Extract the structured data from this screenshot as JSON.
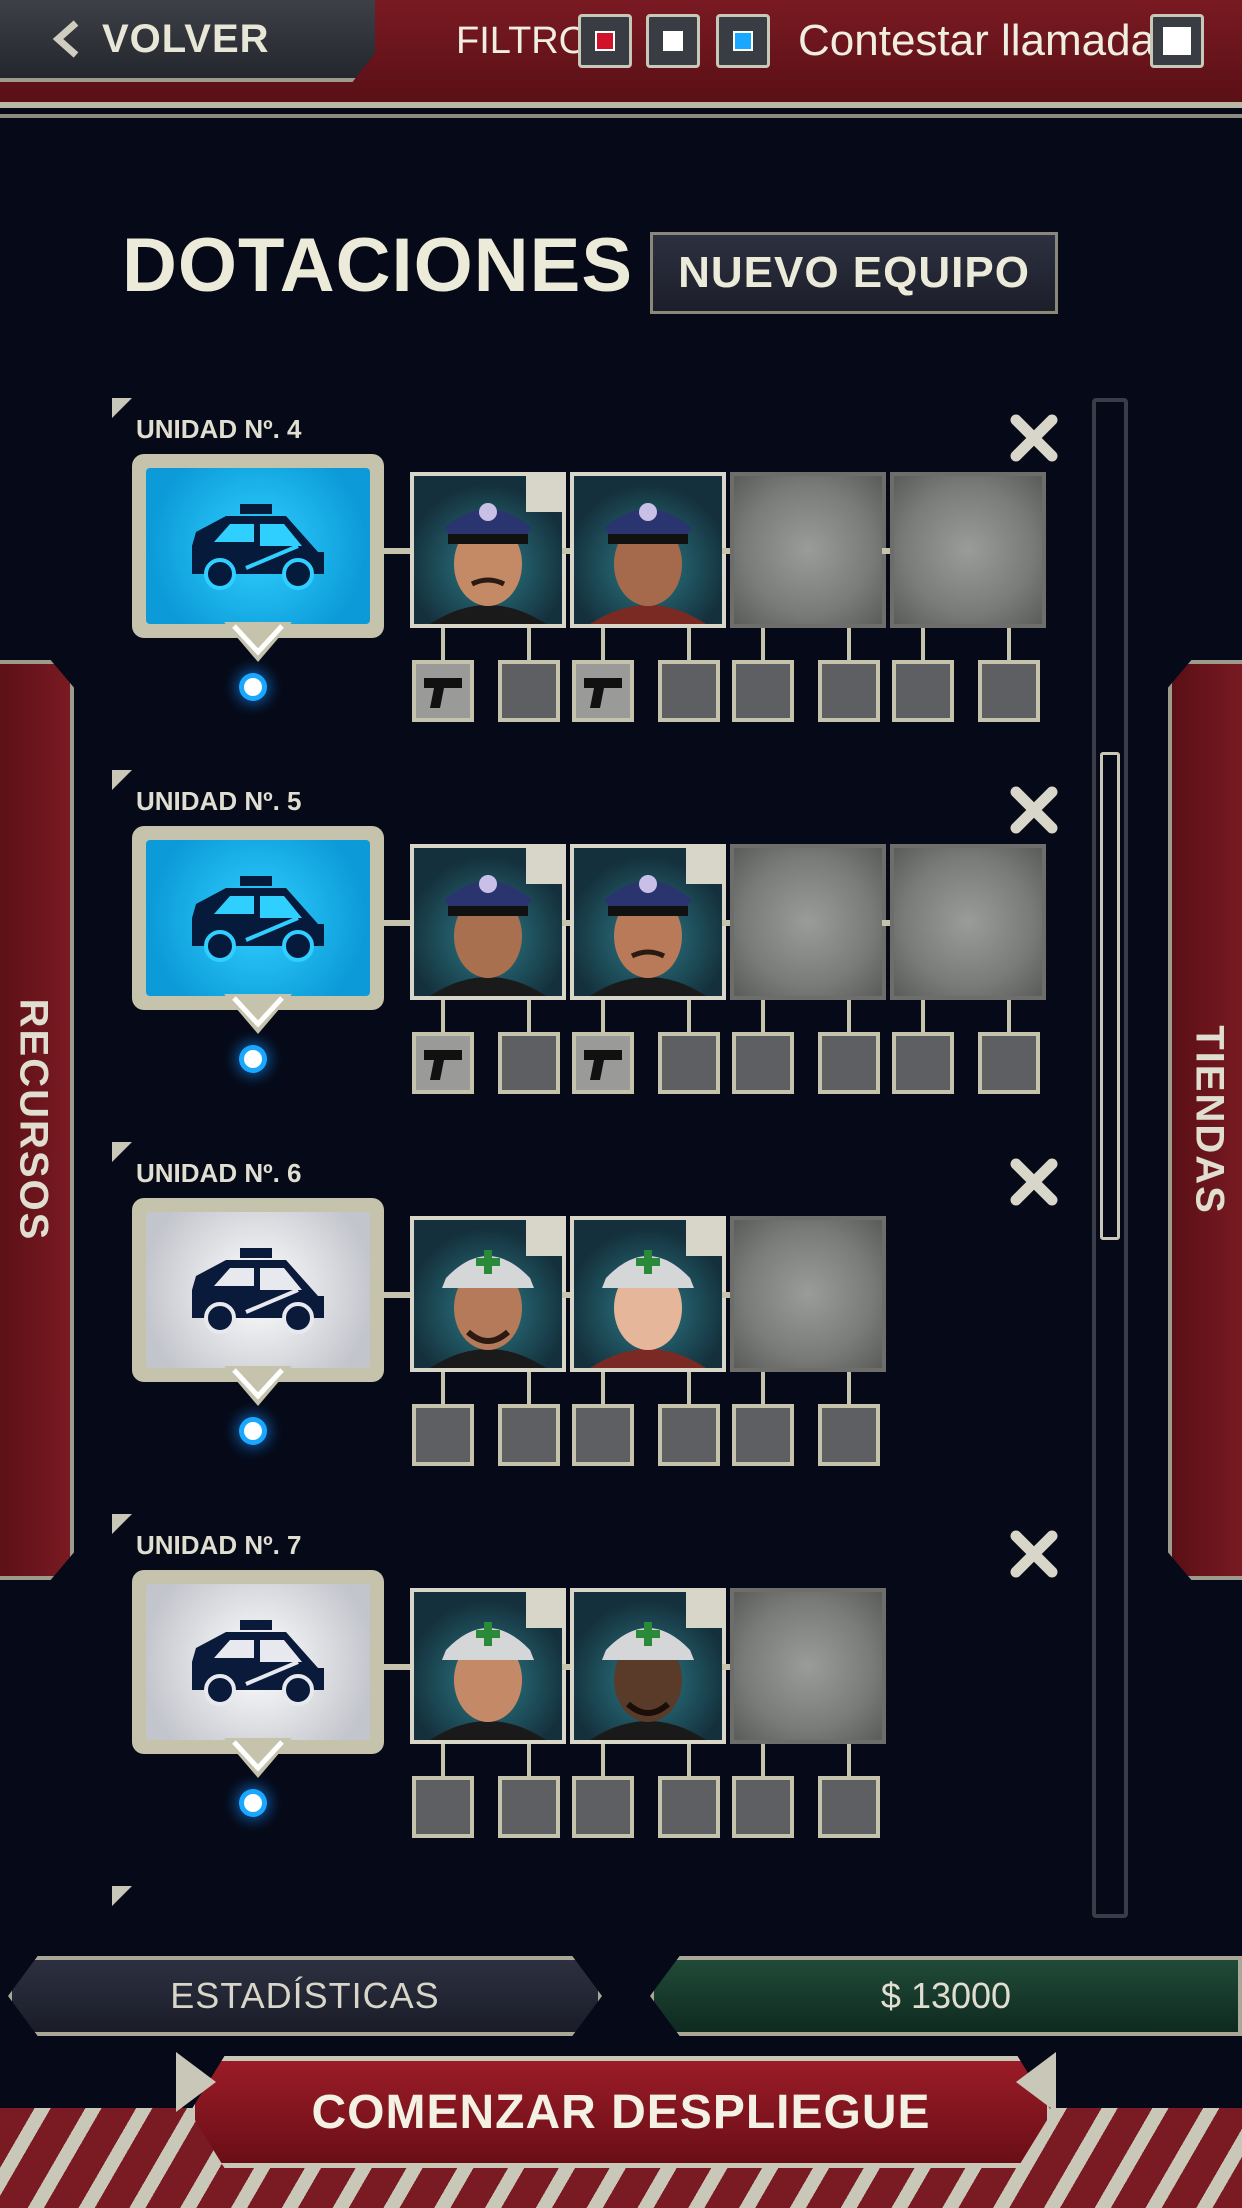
{
  "topbar": {
    "back_label": "VOLVER",
    "filter_label": "FILTRO",
    "filter_colors": [
      "#d0122a",
      "#ffffff",
      "#18a8ff"
    ],
    "answer_calls_label": "Contestar llamadas"
  },
  "header": {
    "title": "DOTACIONES",
    "new_team_label": "NUEVO EQUIPO"
  },
  "side_tabs": {
    "left": "RECURSOS",
    "right": "TIENDAS"
  },
  "units": [
    {
      "name": "UNIDAD Nº. 4",
      "vehicle": "police-car",
      "active": true,
      "crew": [
        "police-officer",
        "police-officer",
        "empty",
        "empty"
      ],
      "items": [
        "pistol",
        "empty",
        "pistol",
        "empty",
        "empty",
        "empty",
        "empty",
        "empty"
      ]
    },
    {
      "name": "UNIDAD Nº. 5",
      "vehicle": "police-car",
      "active": true,
      "crew": [
        "police-officer",
        "police-officer",
        "empty",
        "empty"
      ],
      "items": [
        "pistol",
        "empty",
        "pistol",
        "empty",
        "empty",
        "empty",
        "empty",
        "empty"
      ]
    },
    {
      "name": "UNIDAD Nº. 6",
      "vehicle": "ambulance",
      "active": false,
      "crew": [
        "paramedic",
        "paramedic",
        "empty"
      ],
      "items": [
        "empty",
        "empty",
        "empty",
        "empty",
        "empty",
        "empty"
      ]
    },
    {
      "name": "UNIDAD Nº. 7",
      "vehicle": "ambulance",
      "active": false,
      "crew": [
        "paramedic",
        "paramedic",
        "empty"
      ],
      "items": [
        "empty",
        "empty",
        "empty",
        "empty",
        "empty",
        "empty"
      ]
    }
  ],
  "bottom": {
    "stats_label": "ESTADÍSTICAS",
    "money_label": "$ 13000",
    "deploy_label": "COMENZAR DESPLIEGUE"
  }
}
